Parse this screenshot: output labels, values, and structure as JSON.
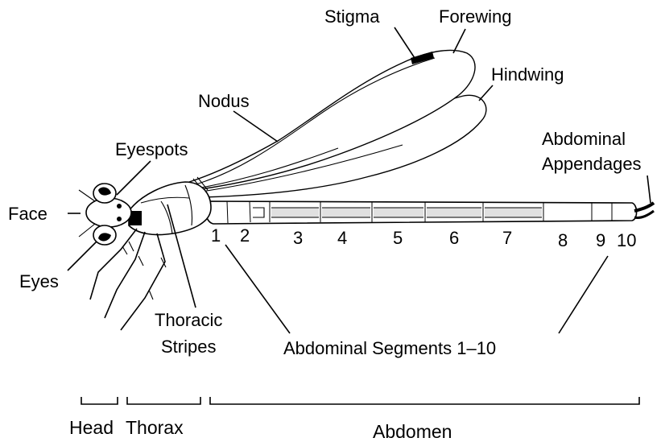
{
  "labels": {
    "stigma": "Stigma",
    "forewing": "Forewing",
    "hindwing": "Hindwing",
    "nodus": "Nodus",
    "eyespots": "Eyespots",
    "abdominal_appendages_line1": "Abdominal",
    "abdominal_appendages_line2": "Appendages",
    "face": "Face",
    "eyes": "Eyes",
    "thoracic_stripes_line1": "Thoracic",
    "thoracic_stripes_line2": "Stripes",
    "abdominal_segments": "Abdominal Segments 1–10"
  },
  "segment_numbers": [
    "1",
    "2",
    "3",
    "4",
    "5",
    "6",
    "7",
    "8",
    "9",
    "10"
  ],
  "regions": {
    "head": "Head",
    "thorax": "Thorax",
    "abdomen": "Abdomen"
  }
}
